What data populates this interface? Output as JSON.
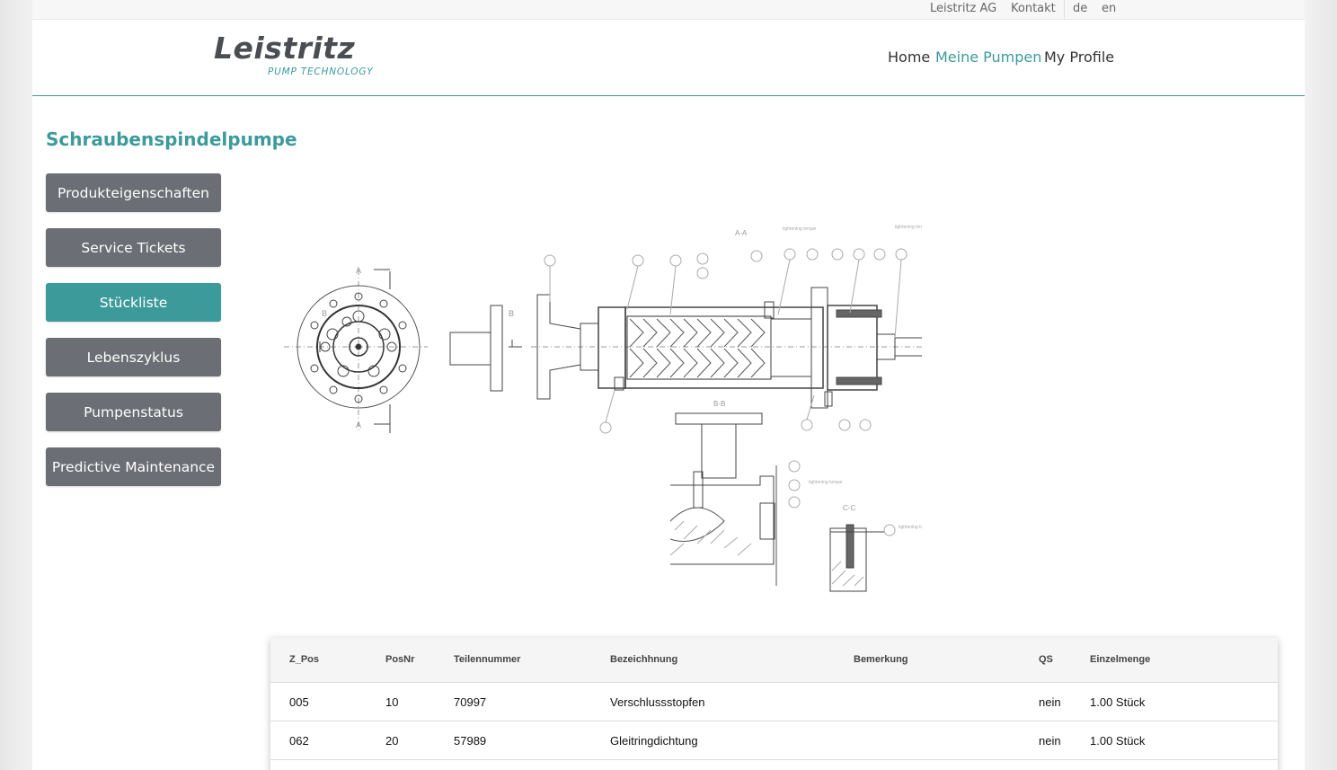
{
  "topbar": {
    "company": "Leistritz AG",
    "contact": "Kontakt",
    "lang_de": "de",
    "lang_en": "en"
  },
  "header": {
    "logo_main": "Leistritz",
    "logo_sub": "PUMP TECHNOLOGY",
    "nav": [
      "Home",
      "Meine Pumpen",
      "My Profile"
    ],
    "active_nav": "Meine Pumpen"
  },
  "main": {
    "title": "Schraubenspindelpumpe",
    "menu": [
      "Produkteigenschaften",
      "Service Tickets",
      "Stückliste",
      "Lebenszyklus",
      "Pumpenstatus",
      "Predictive Maintenance"
    ],
    "active_menu": "Stückliste"
  },
  "drawing": {
    "section_labels": [
      "A",
      "A",
      "B",
      "B",
      "A-A",
      "B-B",
      "C-C"
    ],
    "torque_note": "tightening torque"
  },
  "table": {
    "columns": [
      "Z_Pos",
      "PosNr",
      "Teilennummer",
      "Bezeichhnung",
      "Bemerkung",
      "QS",
      "Einzelmenge"
    ],
    "rows": [
      [
        "005",
        "10",
        "70997",
        "Verschlussstopfen",
        "",
        "nein",
        "1.00 Stück"
      ],
      [
        "062",
        "20",
        "57989",
        "Gleitringdichtung",
        "",
        "nein",
        "1.00 Stück"
      ]
    ]
  },
  "colors": {
    "accent": "#3d9a9b",
    "menu_gray": "#6b6e74",
    "logo_gray": "#4a4d52"
  }
}
